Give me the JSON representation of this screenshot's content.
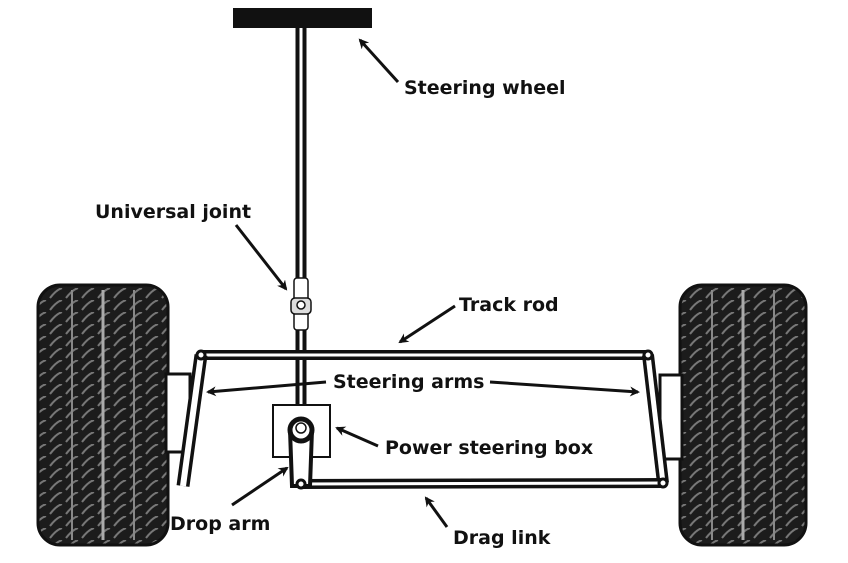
{
  "labels": {
    "steering_wheel": "Steering wheel",
    "universal_joint": "Universal joint",
    "track_rod": "Track rod",
    "steering_arms": "Steering arms",
    "power_steering_box": "Power steering box",
    "drop_arm": "Drop arm",
    "drag_link": "Drag link"
  },
  "colors": {
    "ink": "#111111",
    "tire": "#1a1a1a",
    "background": "#ffffff"
  }
}
